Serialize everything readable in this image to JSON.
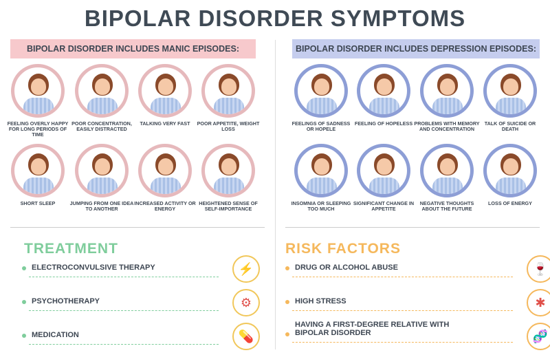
{
  "title": "BIPOLAR DISORDER SYMPTOMS",
  "manic": {
    "banner": "BIPOLAR DISORDER INCLUDES MANIC EPISODES:",
    "color": "#f7c9cc",
    "items": [
      "FEELING OVERLY HAPPY FOR LONG PERIODS OF TIME",
      "POOR CONCENTRATION, EASILY DISTRACTED",
      "TALKING VERY FAST",
      "POOR APPETITE, WEIGHT LOSS",
      "SHORT SLEEP",
      "JUMPING FROM ONE IDEA TO ANOTHER",
      "INCREASED ACTIVITY OR ENERGY",
      "HEIGHTENED SENSE OF SELF-IMPORTANCE"
    ]
  },
  "depression": {
    "banner": "BIPOLAR DISORDER INCLUDES DEPRESSION EPISODES:",
    "color": "#c5cdee",
    "items": [
      "FEELINGS OF SADNESS OR HOPELE",
      "FEELING OF HOPELESS",
      "PROBLEMS WITH MEMORY AND CONCENTRATION",
      "TALK OF SUICIDE OR DEATH",
      "INSOMNIA OR SLEEPING TOO MUCH",
      "SIGNIFICANT CHANGE IN APPETITE",
      "NEGATIVE THOUGHTS ABOUT THE FUTURE",
      "LOSS OF ENERGY"
    ]
  },
  "treatment": {
    "title": "TREATMENT",
    "color": "#7fcd9c",
    "items": [
      {
        "label": "ELECTROCONVULSIVE THERAPY",
        "icon": "lightning-icon"
      },
      {
        "label": "PSYCHOTHERAPY",
        "icon": "head-gear-icon"
      },
      {
        "label": "MEDICATION",
        "icon": "pills-icon"
      }
    ]
  },
  "risk": {
    "title": "RISK FACTORS",
    "color": "#f5b85c",
    "items": [
      {
        "label": "DRUG OR ALCOHOL ABUSE",
        "icon": "wine-glass-icon"
      },
      {
        "label": "HIGH STRESS",
        "icon": "stressed-head-icon"
      },
      {
        "label": "HAVING A FIRST-DEGREE RELATIVE WITH BIPOLAR DISORDER",
        "icon": "dna-icon"
      }
    ]
  }
}
